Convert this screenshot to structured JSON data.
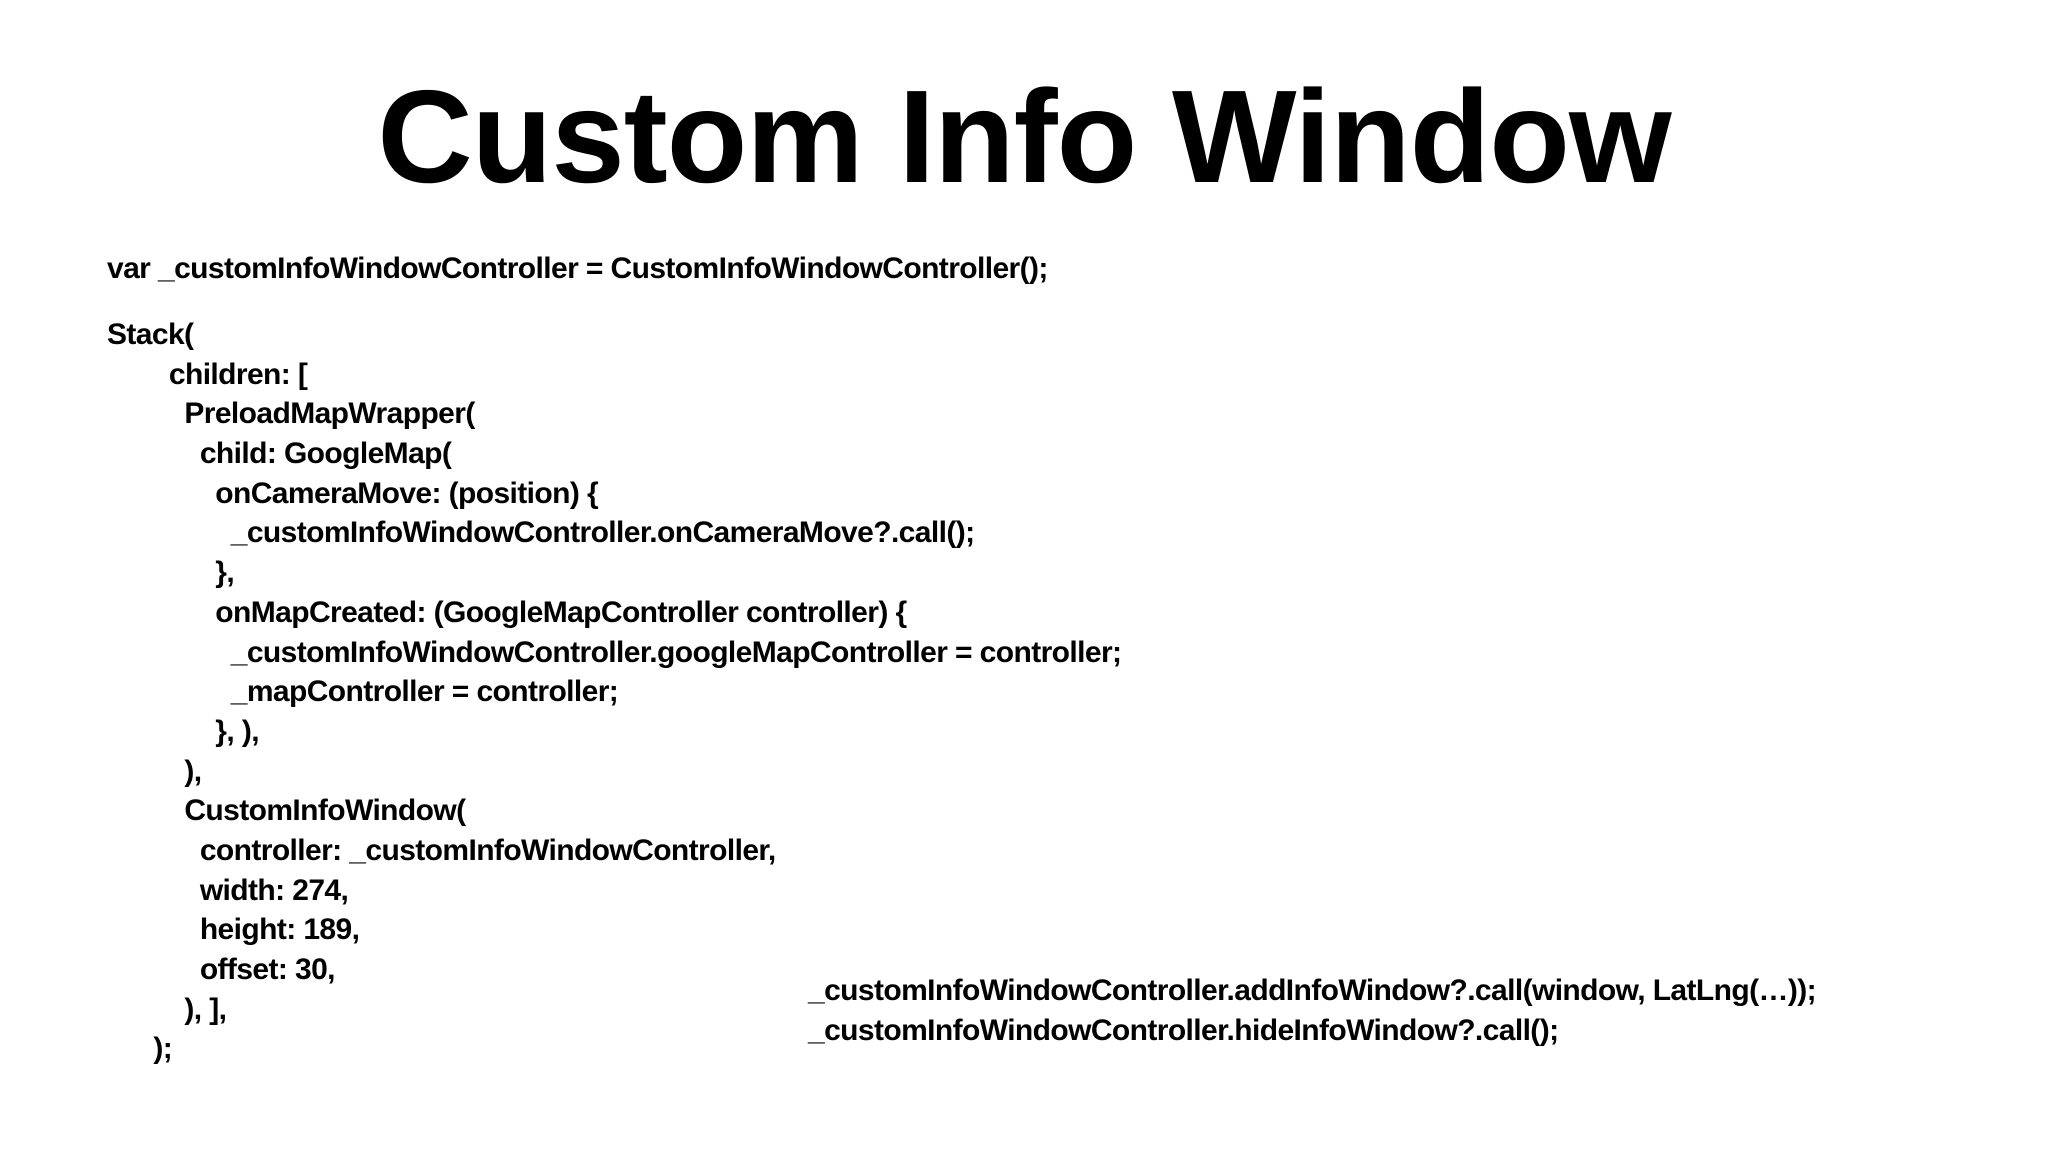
{
  "slide": {
    "title": "Custom Info Window"
  },
  "code": {
    "declaration": "var _customInfoWindowController = CustomInfoWindowController();",
    "stack_lines": [
      "Stack(",
      "        children: [",
      "          PreloadMapWrapper(",
      "            child: GoogleMap(",
      "              onCameraMove: (position) {",
      "                _customInfoWindowController.onCameraMove?.call();",
      "              },",
      "              onMapCreated: (GoogleMapController controller) {",
      "                _customInfoWindowController.googleMapController = controller;",
      "                _mapController = controller;",
      "              }, ),",
      "          ),",
      "          CustomInfoWindow(",
      "            controller: _customInfoWindowController,",
      "            width: 274,",
      "            height: 189,",
      "            offset: 30,",
      "          ), ],",
      "      );"
    ],
    "usage_lines": [
      "_customInfoWindowController.addInfoWindow?.call(window, LatLng(…));",
      "_customInfoWindowController.hideInfoWindow?.call();"
    ]
  }
}
